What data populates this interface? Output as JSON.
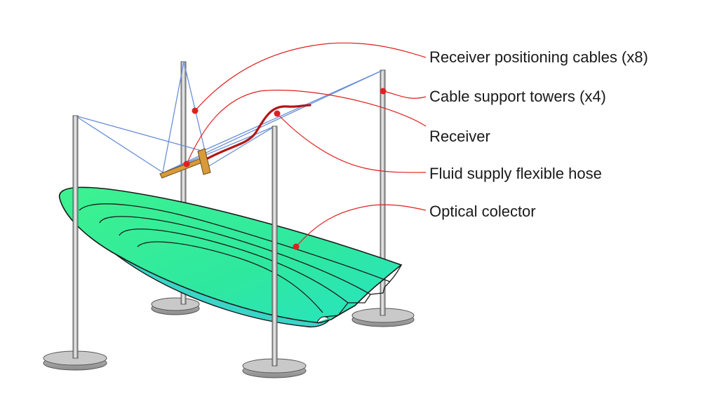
{
  "labels": {
    "receiver_cables": "Receiver positioning cables (x8)",
    "support_towers": "Cable support towers (x4)",
    "receiver": "Receiver",
    "fluid_hose": "Fluid supply flexible hose",
    "optical_collector": "Optical colector"
  },
  "colors": {
    "collector_fill": "#33ee99",
    "collector_edge": "#1a1a1a",
    "cable": "#6b8fd6",
    "leader": "#e02020",
    "hose": "#b01818",
    "receiver": "#d89a3a",
    "tower": "#c8c8c8",
    "base": "#a9a9a9"
  }
}
